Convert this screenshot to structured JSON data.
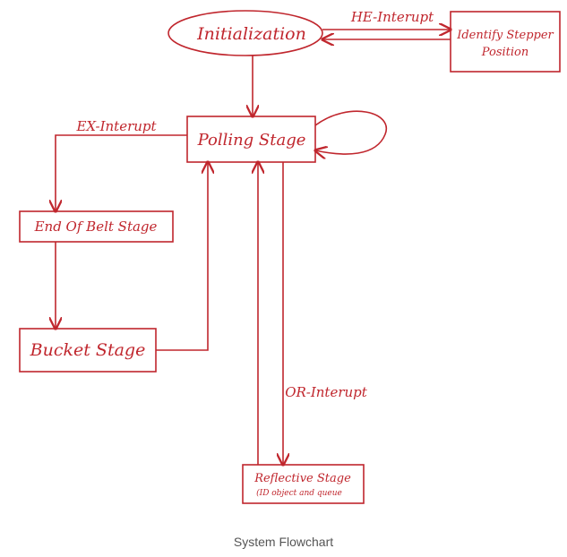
{
  "colors": {
    "ink": "#c0262d",
    "caption": "#555555"
  },
  "nodes": {
    "initialization": "Initialization",
    "identify_line1": "Identify Stepper",
    "identify_line2": "Position",
    "polling": "Polling Stage",
    "end_of_belt": "End Of Belt Stage",
    "bucket": "Bucket Stage",
    "reflective_line1": "Reflective Stage",
    "reflective_line2": "(ID object and queue"
  },
  "edges": {
    "he_interrupt": "HE-Interupt",
    "ex_interrupt": "EX-Interupt",
    "or_interrupt": "OR-Interupt"
  },
  "caption": "System Flowchart"
}
